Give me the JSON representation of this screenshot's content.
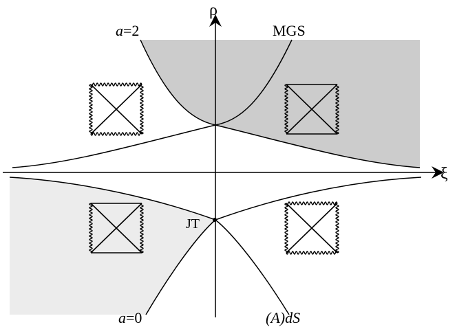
{
  "labels": {
    "rho": "ρ",
    "xi": "ξ",
    "a2_prefix": "a",
    "a2_suffix": "=2",
    "a0_prefix": "a",
    "a0_suffix": "=0",
    "mgs": "MGS",
    "jt": "JT",
    "ads_prefix": "(A)",
    "ads_suffix": "dS"
  },
  "colors": {
    "region_dark": "#cccccc",
    "region_light": "#ececec",
    "stroke": "#000000"
  },
  "icons": {
    "penrose": "penrose-diagram-icon"
  }
}
